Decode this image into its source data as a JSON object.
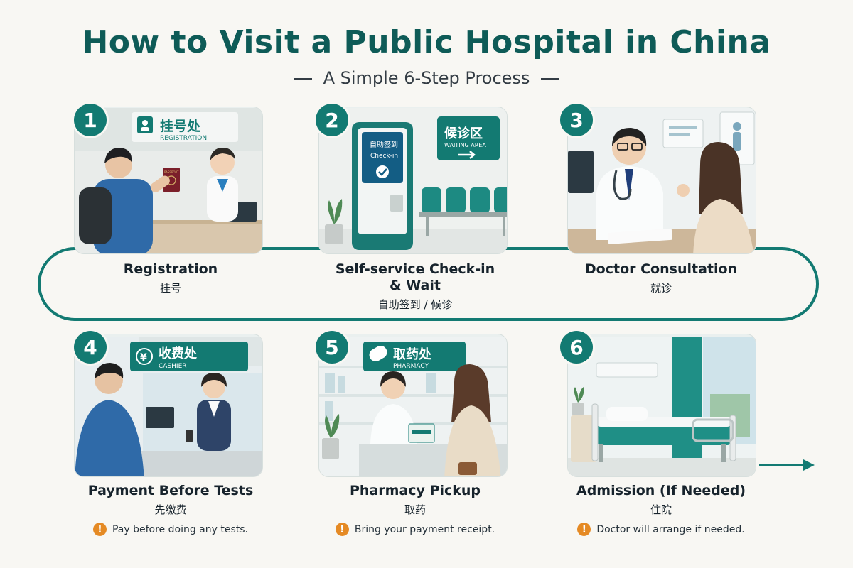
{
  "header": {
    "title": "How to Visit a Public Hospital in China",
    "subtitle": "A Simple 6-Step Process"
  },
  "colors": {
    "teal": "#137a72",
    "title_teal": "#0e5b57",
    "warning": "#e58a24",
    "background": "#f8f7f3"
  },
  "steps": [
    {
      "number": "1",
      "label_en": "Registration",
      "label_zh": "挂号",
      "sign_zh": "挂号处",
      "sign_en": "REGISTRATION",
      "illustration": "registration-desk-scene"
    },
    {
      "number": "2",
      "label_en_line1": "Self-service Check-in",
      "label_en_line2": "& Wait",
      "label_zh": "自助签到 / 候诊",
      "kiosk_zh": "自助签到",
      "kiosk_en": "Check-in",
      "sign_zh": "候诊区",
      "sign_en": "WAITING AREA",
      "illustration": "kiosk-waiting-scene"
    },
    {
      "number": "3",
      "label_en": "Doctor Consultation",
      "label_zh": "就诊",
      "illustration": "doctor-consultation-scene"
    },
    {
      "number": "4",
      "label_en": "Payment Before Tests",
      "label_zh": "先缴费",
      "note": "Pay before doing any tests.",
      "sign_zh": "收费处",
      "sign_en": "CASHIER",
      "illustration": "cashier-scene"
    },
    {
      "number": "5",
      "label_en": "Pharmacy Pickup",
      "label_zh": "取药",
      "note": "Bring your payment receipt.",
      "sign_zh": "取药处",
      "sign_en": "PHARMACY",
      "illustration": "pharmacy-scene"
    },
    {
      "number": "6",
      "label_en": "Admission (If Needed)",
      "label_zh": "住院",
      "note": "Doctor will arrange if needed.",
      "illustration": "hospital-bed-scene"
    }
  ],
  "icons": {
    "warning": "exclamation-icon",
    "arrow": "arrow-right-icon"
  },
  "warning_glyph": "!",
  "passport_text": "PASSPORT"
}
